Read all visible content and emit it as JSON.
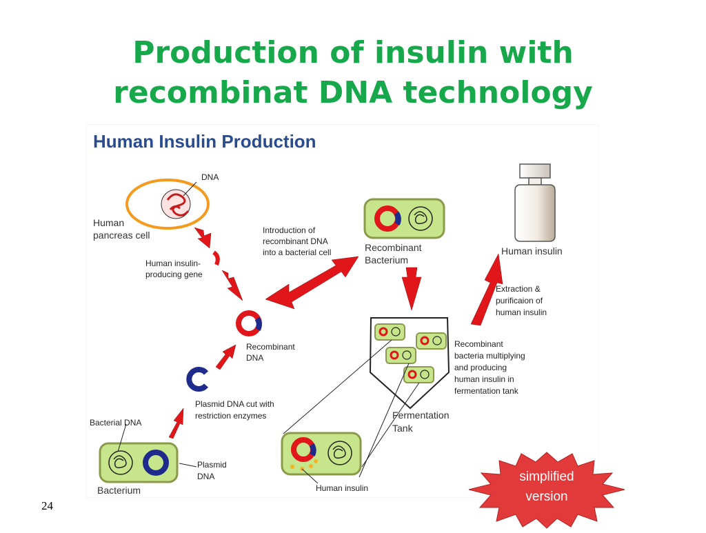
{
  "slide": {
    "title_line1": "Production of insulin with",
    "title_line2": "recombinat DNA technology",
    "page_number": "24"
  },
  "figure": {
    "title": "Human Insulin Production",
    "labels": {
      "dna": "DNA",
      "human_pancreas_cell_1": "Human",
      "human_pancreas_cell_2": "pancreas cell",
      "gene_1": "Human insulin-",
      "gene_2": "producing gene",
      "intro_1": "Introduction of",
      "intro_2": "recombinant DNA",
      "intro_3": "into a bacterial cell",
      "recomb_bact_1": "Recombinant",
      "recomb_bact_2": "Bacterium",
      "human_insulin_bottle": "Human insulin",
      "extract_1": "Extraction &",
      "extract_2": "purificaion of",
      "extract_3": "human insulin",
      "recomb_dna_1": "Recombinant",
      "recomb_dna_2": "DNA",
      "multiply_1": "Recombinant",
      "multiply_2": "bacteria multiplying",
      "multiply_3": "and producing",
      "multiply_4": "human insulin in",
      "multiply_5": "fermentation tank",
      "plasmid_cut_1": "Plasmid DNA cut with",
      "plasmid_cut_2": "restriction enzymes",
      "bacterial_dna": "Bacterial DNA",
      "fermentation_1": "Fermentation",
      "fermentation_2": "Tank",
      "plasmid_1": "Plasmid",
      "plasmid_2": "DNA",
      "bacterium": "Bacterium",
      "human_insulin_bottom": "Human insulin"
    }
  },
  "badge": {
    "line1": "simplified",
    "line2": "version"
  },
  "colors": {
    "title_green": "#17a84b",
    "figure_title_blue": "#2a4b8d",
    "arrow_red": "#e0161a",
    "plasmid_blue": "#1e2a8c",
    "cell_orange": "#f39a1f",
    "bacterium_fill": "#c7e58a",
    "bacterium_border": "#8a9a4a",
    "badge_red": "#e23a3a"
  }
}
